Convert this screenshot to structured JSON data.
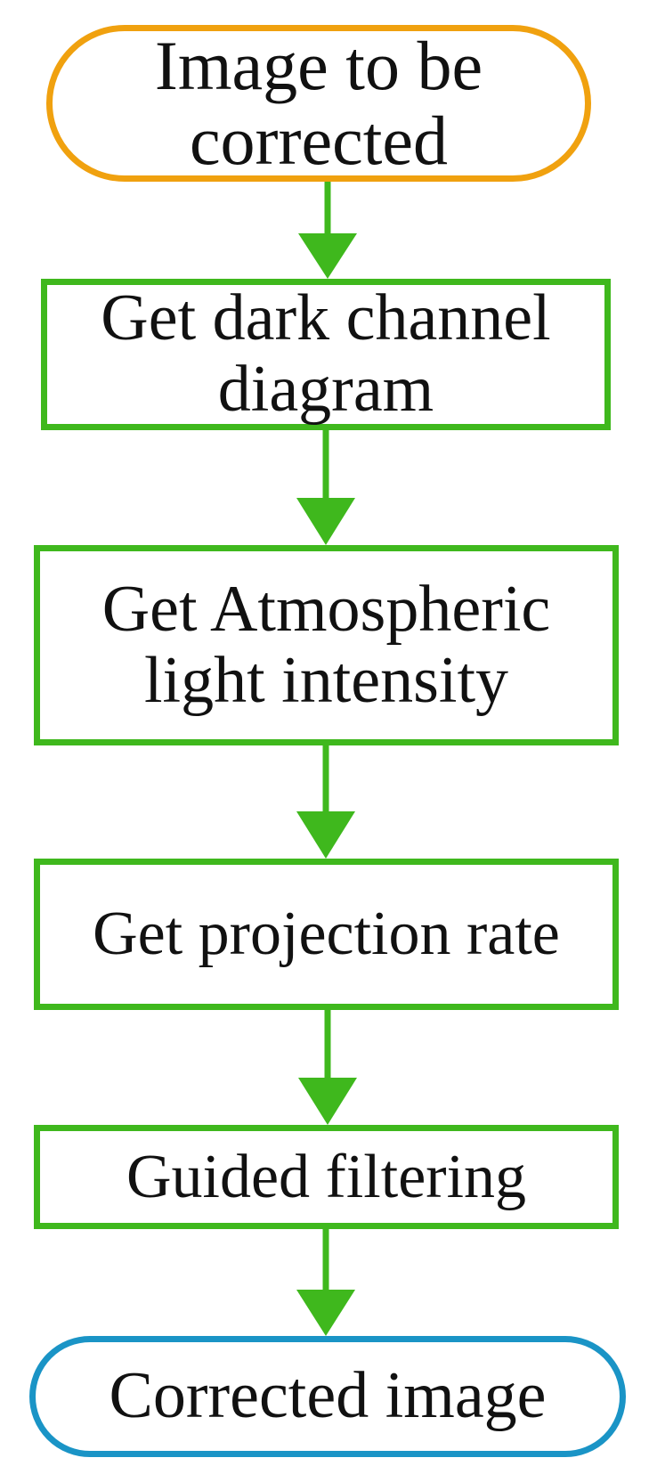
{
  "diagram": {
    "type": "flowchart",
    "direction": "top-to-bottom",
    "colors": {
      "start_border": "#f0a10f",
      "process_border": "#3fb81d",
      "end_border": "#1a94c6",
      "connector": "#3fb81d",
      "text": "#111111"
    },
    "nodes": [
      {
        "id": "start",
        "shape": "rounded-terminal",
        "label": "Image to be\ncorrected"
      },
      {
        "id": "step1",
        "shape": "rectangle",
        "label": "Get dark channel\ndiagram"
      },
      {
        "id": "step2",
        "shape": "rectangle",
        "label": "Get Atmospheric\nlight intensity"
      },
      {
        "id": "step3",
        "shape": "rectangle",
        "label": "Get projection rate"
      },
      {
        "id": "step4",
        "shape": "rectangle",
        "label": "Guided filtering"
      },
      {
        "id": "end",
        "shape": "rounded-terminal",
        "label": "Corrected image"
      }
    ],
    "edges": [
      {
        "from": "start",
        "to": "step1"
      },
      {
        "from": "step1",
        "to": "step2"
      },
      {
        "from": "step2",
        "to": "step3"
      },
      {
        "from": "step3",
        "to": "step4"
      },
      {
        "from": "step4",
        "to": "end"
      }
    ]
  }
}
